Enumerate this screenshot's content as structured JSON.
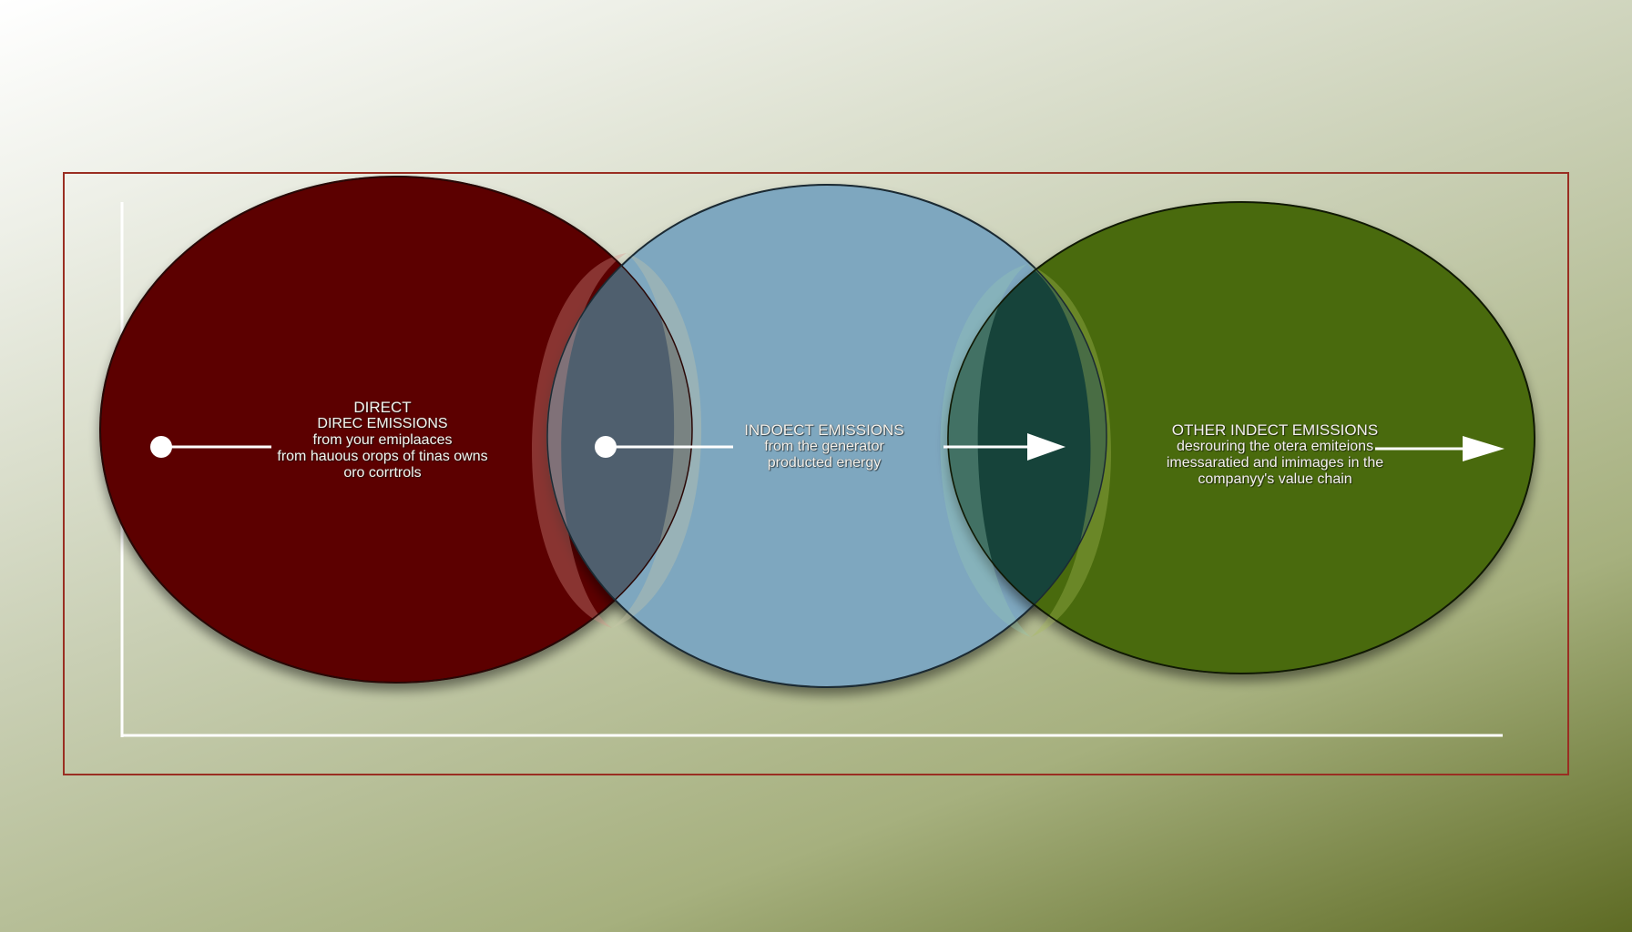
{
  "colors": {
    "frame": "#9a2e22",
    "direct": "#5c0002",
    "indirect": "#7ea7bf",
    "other": "#4a6b0d",
    "overlap_left": "#4f5f6e",
    "overlap_right": "#16433a",
    "line": "#ffffff"
  },
  "direct": {
    "title": "DIRECT",
    "lines": [
      "DIREC EMISSIONS",
      "from your emiplaaces",
      "from hauous orops of tinas owns",
      "oro corrtrols"
    ]
  },
  "indirect": {
    "lines": [
      "INDOECT EMISSIONS",
      "from the generator",
      "producted energy"
    ]
  },
  "other": {
    "lines": [
      "OTHER INDECT EMISSIONS",
      "desrouring the otera emiteions",
      "imessaratied and imimages in the",
      "companyy's value chain"
    ]
  }
}
